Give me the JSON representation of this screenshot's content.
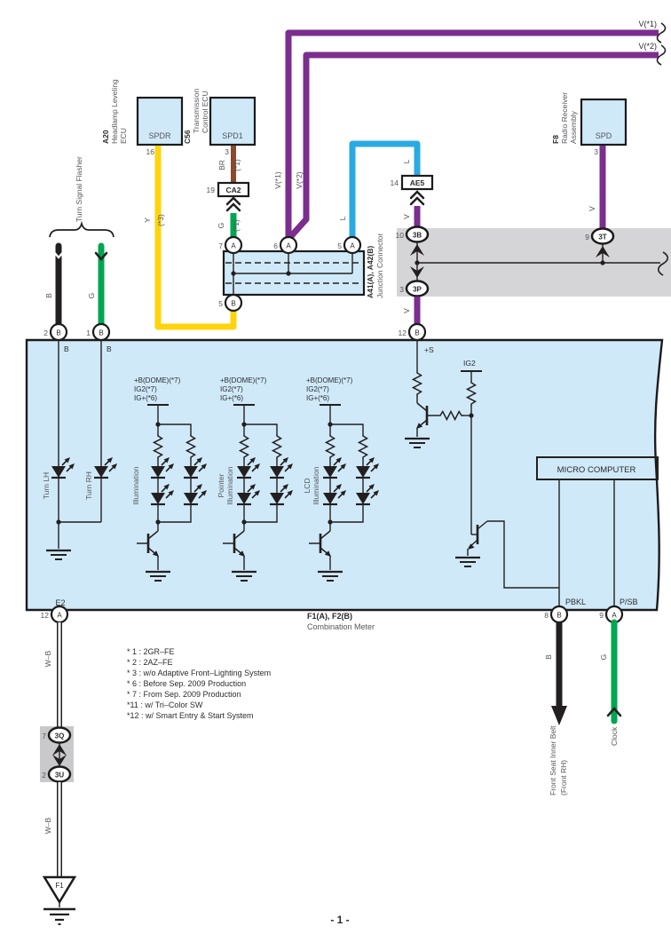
{
  "page": {
    "number": "- 1 -"
  },
  "colors": {
    "purple": "#7b2e8d",
    "yellow": "#ffd40b",
    "green": "#00a650",
    "cyan": "#29aae1",
    "brown": "#8a4b2d",
    "panel_blue": "#cfe9f8",
    "band_gray": "#d5d4d6"
  },
  "components": {
    "a20": {
      "id": "A20",
      "name1": "Headlamp Leveling",
      "name2": "ECU",
      "connector": "SPDR",
      "pin": "16"
    },
    "c56": {
      "id": "C56",
      "name1": "Transmission",
      "name2": "Control ECU",
      "connector": "SPD1",
      "pin": "3"
    },
    "f8": {
      "id": "F8",
      "name1": "Radio Receiver",
      "name2": "Assembly",
      "connector": "SPD",
      "pin": "3"
    },
    "flasher": {
      "label": "Turn Signal Flasher"
    },
    "junction": {
      "id": "A41(A),  A42(B)",
      "name": "Junction Connector",
      "pins": {
        "p7": {
          "num": "7",
          "letter": "A"
        },
        "p6": {
          "num": "6",
          "letter": "A"
        },
        "p5a": {
          "num": "5",
          "letter": "A"
        },
        "p5b": {
          "num": "5",
          "letter": "B"
        }
      }
    },
    "meter": {
      "id": "F1(A),  F2(B)",
      "name": "Combination Meter"
    }
  },
  "connectors": {
    "ca2": {
      "num": "19",
      "label": "CA2"
    },
    "ae5": {
      "num": "14",
      "label": "AE5"
    },
    "b3": {
      "num": "10",
      "label": "3B"
    },
    "p3": {
      "num": "3",
      "label": "3P"
    },
    "t3": {
      "num": "9",
      "label": "3T"
    },
    "q3": {
      "num": "7",
      "label": "3Q"
    },
    "u3": {
      "num": "2",
      "label": "3U"
    },
    "f1_ground": {
      "label": "F1"
    }
  },
  "meter_pins": {
    "turn_l": {
      "num": "2",
      "letter": "B"
    },
    "turn_r": {
      "num": "1",
      "letter": "B"
    },
    "s_plus": {
      "num": "12",
      "letter": "B"
    },
    "e2": {
      "num": "12",
      "letter": "A"
    },
    "pbkl": {
      "num": "8",
      "letter": "B"
    },
    "psb": {
      "num": "9",
      "letter": "A"
    }
  },
  "wire_labels": {
    "v1": "V(*1)",
    "v2": "V(*2)",
    "v": "V",
    "y": "Y",
    "y_note": "(*3)",
    "br": "BR",
    "br_note": "(*1)",
    "g": "G",
    "g_note": "(*1)",
    "l": "L",
    "b": "B",
    "wb": "W–B"
  },
  "meter_internals": {
    "e2": "E2",
    "s_plus": "+S",
    "ig2": "IG2",
    "turn_lh": "Turn LH",
    "turn_rh": "Turn RH",
    "illumination": "Illumination",
    "pointer": "Pointer",
    "lcd": "LCD",
    "supply1": "+B(DOME)(*7)",
    "supply2": "IG2(*7)",
    "supply3": "IG+(*6)",
    "micro_computer": "MICRO COMPUTER",
    "pbkl": "PBKL",
    "psb": "P/SB",
    "b_in": "B"
  },
  "destinations": {
    "front_seat1": "Front Seat Inner Belt",
    "front_seat2": "(Front RH)",
    "clock": "Clock"
  },
  "notes": [
    "* 1 : 2GR–FE",
    "* 2 : 2AZ–FE",
    "* 3 : w/o Adaptive Front–Lighting System",
    "* 6 : Before Sep.  2009 Production",
    "* 7 : From Sep.  2009 Production",
    "*11 : w/ Tri–Color SW",
    "*12 : w/ Smart Entry & Start System"
  ]
}
